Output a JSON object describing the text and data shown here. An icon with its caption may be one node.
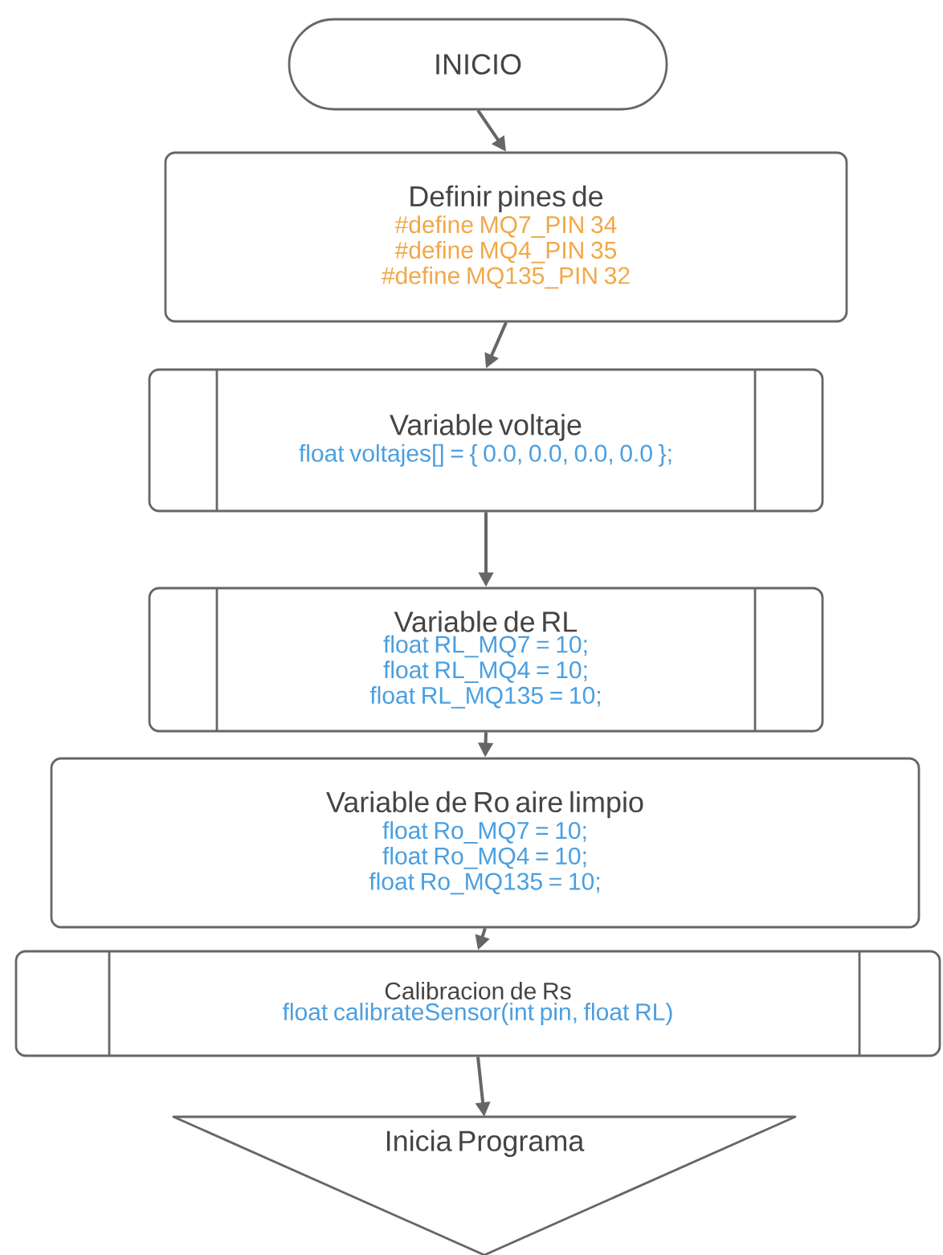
{
  "diagram": {
    "nodes": [
      {
        "text": [
          "INICIO"
        ]
      },
      {
        "text": [
          "Definir pines de",
          "#define MQ7_PIN 34",
          "#define MQ4_PIN 35",
          "#define MQ135_PIN 32"
        ]
      },
      {
        "text": [
          "Variable voltaje",
          "float voltajes[] = { 0.0, 0.0, 0.0, 0.0 };"
        ]
      },
      {
        "text": [
          "Variable de RL",
          "float RL_MQ7 = 10;",
          "float RL_MQ4 = 10;",
          "float RL_MQ135 = 10;"
        ]
      },
      {
        "text": [
          "Variable de Ro aire limpio",
          "float Ro_MQ7 = 10;",
          "float Ro_MQ4 = 10;",
          "float Ro_MQ135 = 10;"
        ]
      },
      {
        "text": [
          "Calibracion de Rs",
          "float calibrateSensor(int pin, float RL)"
        ]
      },
      {
        "text": [
          "Inicia Programa"
        ]
      }
    ],
    "edges": [
      {
        "from": 0,
        "to": 1,
        "arrow": "to"
      },
      {
        "from": 1,
        "to": 2,
        "arrow": "to"
      },
      {
        "from": 2,
        "to": 3,
        "arrow": "to"
      },
      {
        "from": 3,
        "to": 4,
        "arrow": "to"
      },
      {
        "from": 4,
        "to": 5,
        "arrow": "to"
      },
      {
        "from": 5,
        "to": 6,
        "arrow": "to"
      }
    ]
  }
}
